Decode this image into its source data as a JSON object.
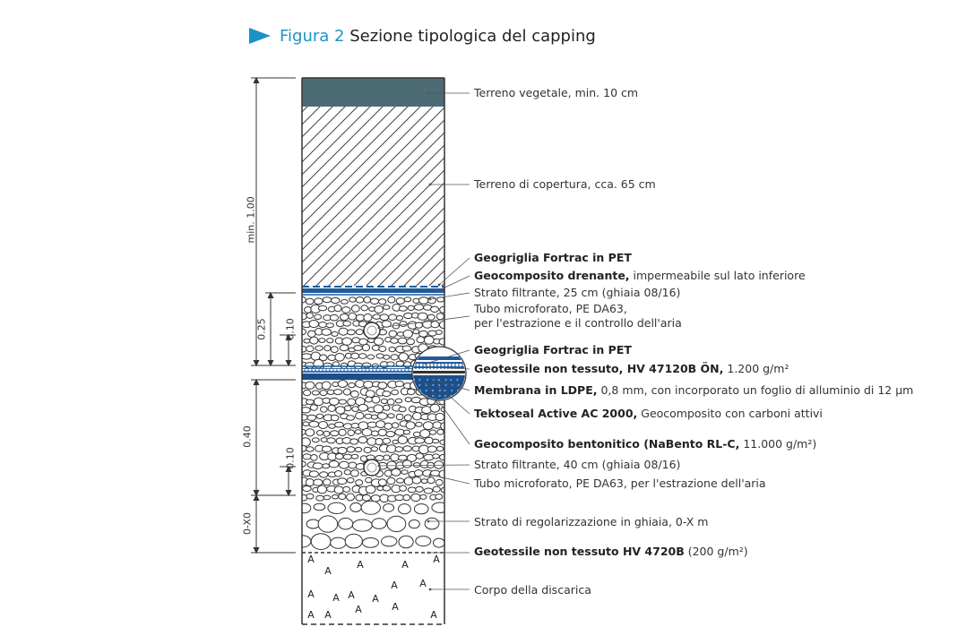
{
  "figure": {
    "label": "Figura 2",
    "title": "Sezione tipologica del capping"
  },
  "dimensions": {
    "min_100": "min. 1.00",
    "d025": "0.25",
    "d010_top": "0.10",
    "d040": "0.40",
    "d010_bottom": "0.10",
    "d0x0": "0-X0"
  },
  "labels": {
    "terreno_vegetale": "Terreno vegetale, min. 10 cm",
    "terreno_copertura": "Terreno di copertura, cca. 65 cm",
    "geogriglia_1": "Geogriglia Fortrac in PET",
    "geocomposito_drenante_b": "Geocomposito drenante,",
    "geocomposito_drenante_t": " impermeabile sul lato inferiore",
    "strato_filtrante_1": "Strato filtrante, 25 cm (ghiaia 08/16)",
    "tubo_1_a": "Tubo microforato, PE DA63,",
    "tubo_1_b": "per l'estrazione e il controllo dell'aria",
    "geogriglia_2": "Geogriglia Fortrac in PET",
    "geotessile_1_b": "Geotessile non tessuto, HV 47120B ÖN,",
    "geotessile_1_t": " 1.200 g/m²",
    "membrana_b": "Membrana in LDPE,",
    "membrana_t": " 0,8 mm, con incorporato un foglio di alluminio di 12 µm",
    "tektoseal_b": "Tektoseal Active AC 2000,",
    "tektoseal_t": " Geocomposito con carboni attivi",
    "bentonitico_b": "Geocomposito bentonitico (NaBento RL-C,",
    "bentonitico_t": " 11.000 g/m²)",
    "strato_filtrante_2": "Strato filtrante, 40 cm (ghiaia 08/16)",
    "tubo_2": "Tubo microforato, PE DA63, per l'estrazione dell'aria",
    "regolarizzazione": "Strato di regolarizzazione in ghiaia, 0-X m",
    "geotessile_2_b": "Geotessile non tessuto HV 4720B",
    "geotessile_2_t": " (200 g/m²)",
    "corpo": "Corpo della discarica",
    "waste_mark": "A"
  },
  "colors": {
    "accent": "#1c93c8",
    "vegetal": "#4d6b74",
    "layer_blue": "#1f5a9e",
    "line": "#333333"
  }
}
